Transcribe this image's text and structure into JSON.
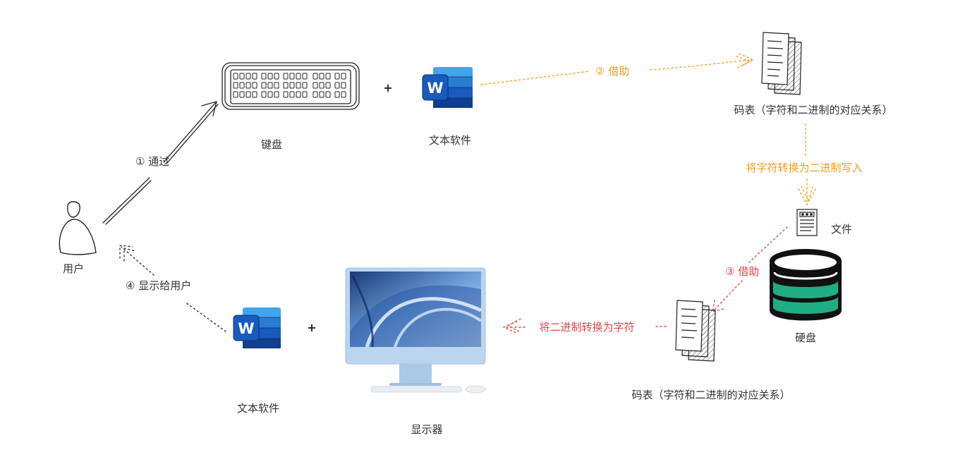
{
  "colors": {
    "ink": "#222222",
    "orange": "#f29d1e",
    "red": "#e0454b",
    "word_blue_dark": "#1f4e9c",
    "word_blue_light": "#4e9ae2",
    "disk_green": "#1fae84",
    "imac_blue": "#b9d6ee"
  },
  "nodes": {
    "user": {
      "label": "用户",
      "icon": "person-outline-icon"
    },
    "keyboard": {
      "label": "键盘",
      "icon": "keyboard-icon"
    },
    "word_top": {
      "label": "文本软件",
      "icon": "word-app-icon"
    },
    "code_table_top": {
      "label": "码表（字符和二进制的对应关系）",
      "icon": "document-stack-icon"
    },
    "file": {
      "label": "文件",
      "icon": "document-icon"
    },
    "hard_disk": {
      "label": "硬盘",
      "icon": "database-icon"
    },
    "code_table_bottom": {
      "label": "码表（字符和二进制的对应关系）",
      "icon": "document-stack-icon"
    },
    "word_bottom": {
      "label": "文本软件",
      "icon": "word-app-icon"
    },
    "monitor": {
      "label": "显示器",
      "icon": "imac-monitor-icon"
    }
  },
  "plus_signs": [
    "+",
    "+"
  ],
  "edges": {
    "step1": {
      "label": "① 通过"
    },
    "step2": {
      "label": "② 借助"
    },
    "write": {
      "label": "将字符转换为二进制写入"
    },
    "step3": {
      "label": "③ 借助"
    },
    "convert_back": {
      "label": "将二进制转换为字符"
    },
    "step4": {
      "label": "④ 显示给用户"
    }
  }
}
